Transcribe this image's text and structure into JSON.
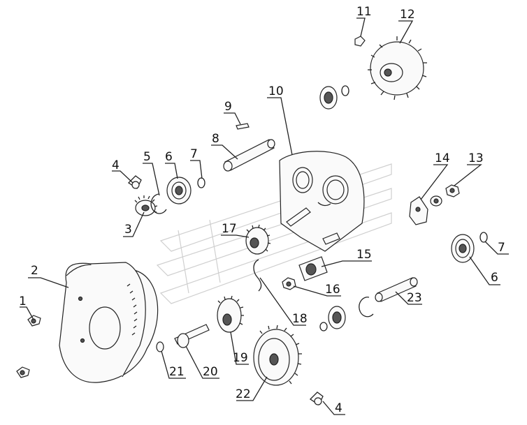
{
  "callouts": [
    {
      "id": "c1",
      "label": "1"
    },
    {
      "id": "c2",
      "label": "2"
    },
    {
      "id": "c3",
      "label": "3"
    },
    {
      "id": "c4a",
      "label": "4"
    },
    {
      "id": "c4b",
      "label": "4"
    },
    {
      "id": "c5",
      "label": "5"
    },
    {
      "id": "c6a",
      "label": "6"
    },
    {
      "id": "c6b",
      "label": "6"
    },
    {
      "id": "c7a",
      "label": "7"
    },
    {
      "id": "c7b",
      "label": "7"
    },
    {
      "id": "c8",
      "label": "8"
    },
    {
      "id": "c9",
      "label": "9"
    },
    {
      "id": "c10",
      "label": "10"
    },
    {
      "id": "c11",
      "label": "11"
    },
    {
      "id": "c12",
      "label": "12"
    },
    {
      "id": "c13",
      "label": "13"
    },
    {
      "id": "c14",
      "label": "14"
    },
    {
      "id": "c15",
      "label": "15"
    },
    {
      "id": "c16",
      "label": "16"
    },
    {
      "id": "c17",
      "label": "17"
    },
    {
      "id": "c18",
      "label": "18"
    },
    {
      "id": "c19",
      "label": "19"
    },
    {
      "id": "c20",
      "label": "20"
    },
    {
      "id": "c21",
      "label": "21"
    },
    {
      "id": "c22",
      "label": "22"
    },
    {
      "id": "c23",
      "label": "23"
    }
  ]
}
